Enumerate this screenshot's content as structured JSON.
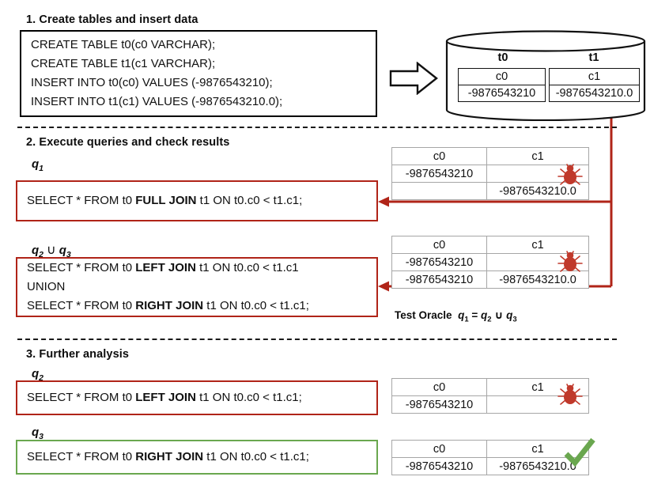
{
  "sections": [
    {
      "id": "s1",
      "title": "1. Create tables and insert data"
    },
    {
      "id": "s2",
      "title": "2. Execute queries and check results"
    },
    {
      "id": "s3",
      "title": "3. Further analysis"
    }
  ],
  "setup_sql": {
    "lines": [
      "CREATE TABLE t0(c0 VARCHAR);",
      "CREATE TABLE t1(c1 VARCHAR);",
      "INSERT INTO t0(c0) VALUES (-9876543210);",
      "INSERT INTO t1(c1) VALUES (-9876543210.0);"
    ]
  },
  "database": {
    "tables": [
      {
        "name": "t0",
        "column": "c0",
        "value": "-9876543210"
      },
      {
        "name": "t1",
        "column": "c1",
        "value": "-9876543210.0"
      }
    ]
  },
  "queries": {
    "q1": {
      "label": "q",
      "sub": "1",
      "border_color": "#b02418",
      "lines": [
        {
          "pre": "SELECT * FROM t0 ",
          "kw": "FULL JOIN",
          "post": " t1 ON t0.c0 < t1.c1;"
        }
      ]
    },
    "q2union3": {
      "label": "q",
      "sub": "2",
      "label2": "q",
      "sub2": "3",
      "op": "∪",
      "border_color": "#b02418",
      "lines": [
        {
          "pre": "SELECT * FROM t0 ",
          "kw": "LEFT JOIN",
          "post": " t1 ON t0.c0 < t1.c1"
        },
        {
          "pre": "UNION",
          "kw": "",
          "post": ""
        },
        {
          "pre": "SELECT * FROM t0 ",
          "kw": "RIGHT JOIN",
          "post": " t1 ON t0.c0 < t1.c1;"
        }
      ]
    },
    "q2": {
      "label": "q",
      "sub": "2",
      "border_color": "#b02418",
      "lines": [
        {
          "pre": "SELECT * FROM t0 ",
          "kw": "LEFT JOIN",
          "post": " t1 ON t0.c0 < t1.c1;"
        }
      ]
    },
    "q3": {
      "label": "q",
      "sub": "3",
      "border_color": "#6aa74f",
      "lines": [
        {
          "pre": "SELECT * FROM t0 ",
          "kw": "RIGHT JOIN",
          "post": " t1 ON t0.c0 < t1.c1;"
        }
      ]
    }
  },
  "results": {
    "r1": {
      "headers": [
        "c0",
        "c1"
      ],
      "rows": [
        [
          "-9876543210",
          ""
        ],
        [
          "",
          "-9876543210.0"
        ]
      ],
      "status": "bug"
    },
    "r2union3": {
      "headers": [
        "c0",
        "c1"
      ],
      "rows": [
        [
          "-9876543210",
          ""
        ],
        [
          "-9876543210",
          "-9876543210.0"
        ]
      ],
      "status": "bug"
    },
    "r2": {
      "headers": [
        "c0",
        "c1"
      ],
      "rows": [
        [
          "-9876543210",
          ""
        ]
      ],
      "status": "bug"
    },
    "r3": {
      "headers": [
        "c0",
        "c1"
      ],
      "rows": [
        [
          "-9876543210",
          "-9876543210.0"
        ]
      ],
      "status": "ok"
    }
  },
  "oracle": {
    "prefix": "Test Oracle",
    "expr_q1": "q",
    "expr_q1_sub": "1",
    "eq": "=",
    "expr_q2": "q",
    "expr_q2_sub": "2",
    "union": "∪",
    "expr_q3": "q",
    "expr_q3_sub": "3"
  },
  "colors": {
    "bug_red": "#b02418",
    "ok_green": "#6aa74f",
    "box_black": "#000000",
    "table_border": "#a6a6a6"
  },
  "icons": {
    "flow_arrow": "open-right-arrow",
    "bug": "bug-icon",
    "check": "check-icon"
  }
}
